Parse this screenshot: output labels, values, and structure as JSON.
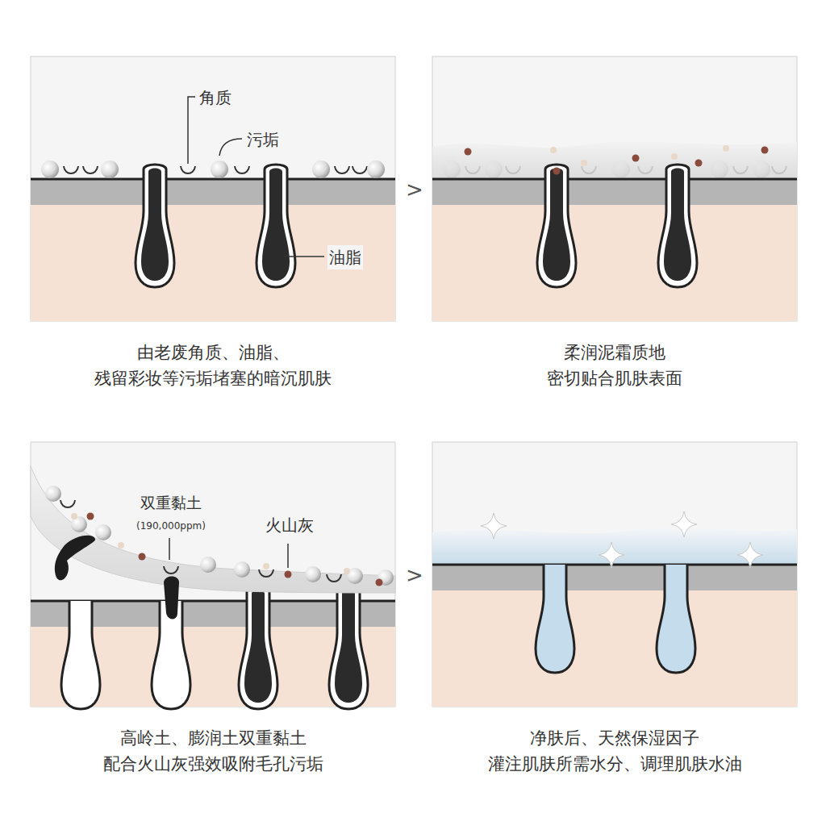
{
  "diagram": {
    "labels": [
      "角质",
      "污垢",
      "油脂",
      ">",
      "由老废角质、油脂、 残留彩妆等污垢堵塞的暗沉肌肤",
      "柔润泥霜质地 密切贴合肌肤表面",
      "双重黏土",
      "(190,000ppm)",
      "火山灰",
      ">",
      "高岭土、膨润土双重黏土 配合火山灰强效吸附毛孔污垢",
      "净肤后、天然保湿因子 灌注肌肤所需水分、调理肌肤水油"
    ]
  }
}
